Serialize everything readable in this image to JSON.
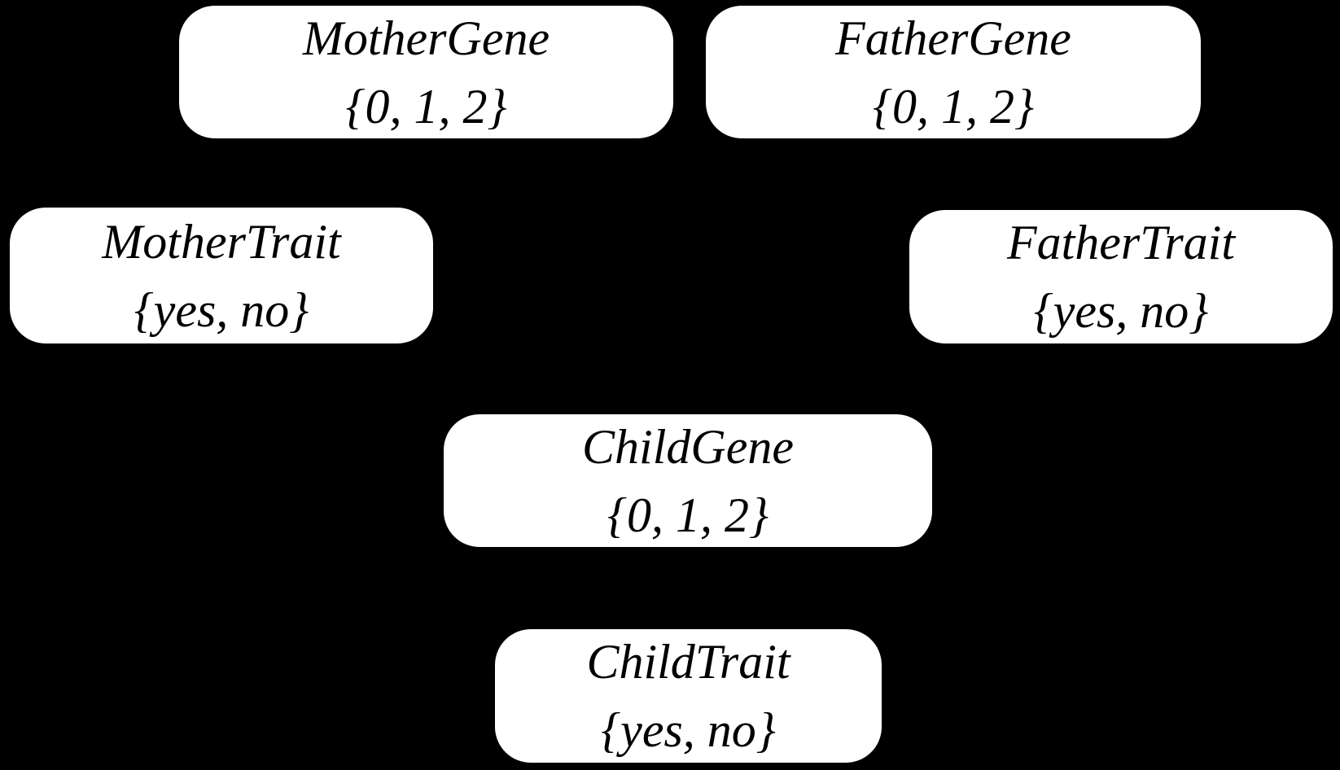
{
  "diagram": {
    "type": "bayesian-network",
    "background_color": "#000000",
    "node_fill_color": "#ffffff",
    "node_text_color": "#000000",
    "edges_visible": false,
    "nodes": [
      {
        "id": "mother-gene",
        "name": "MotherGene",
        "values": "{0, 1, 2}"
      },
      {
        "id": "father-gene",
        "name": "FatherGene",
        "values": "{0, 1, 2}"
      },
      {
        "id": "mother-trait",
        "name": "MotherTrait",
        "values": "{yes, no}"
      },
      {
        "id": "father-trait",
        "name": "FatherTrait",
        "values": "{yes, no}"
      },
      {
        "id": "child-gene",
        "name": "ChildGene",
        "values": "{0, 1, 2}"
      },
      {
        "id": "child-trait",
        "name": "ChildTrait",
        "values": "{yes, no}"
      }
    ]
  }
}
